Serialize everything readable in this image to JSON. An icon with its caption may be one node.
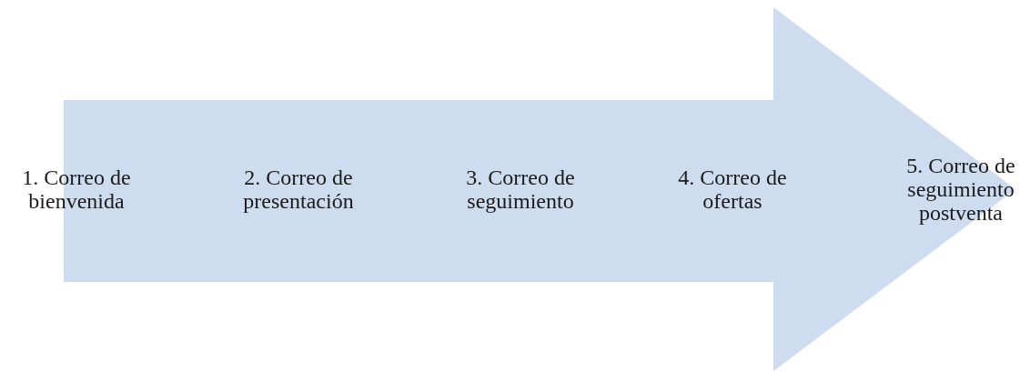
{
  "diagram": {
    "labels": [
      "1. Correo de bienvenida",
      "2. Correo de presentación",
      "3. Correo de seguimiento",
      "4. Correo de ofertas",
      "5. Correo de seguimiento postventa"
    ]
  }
}
